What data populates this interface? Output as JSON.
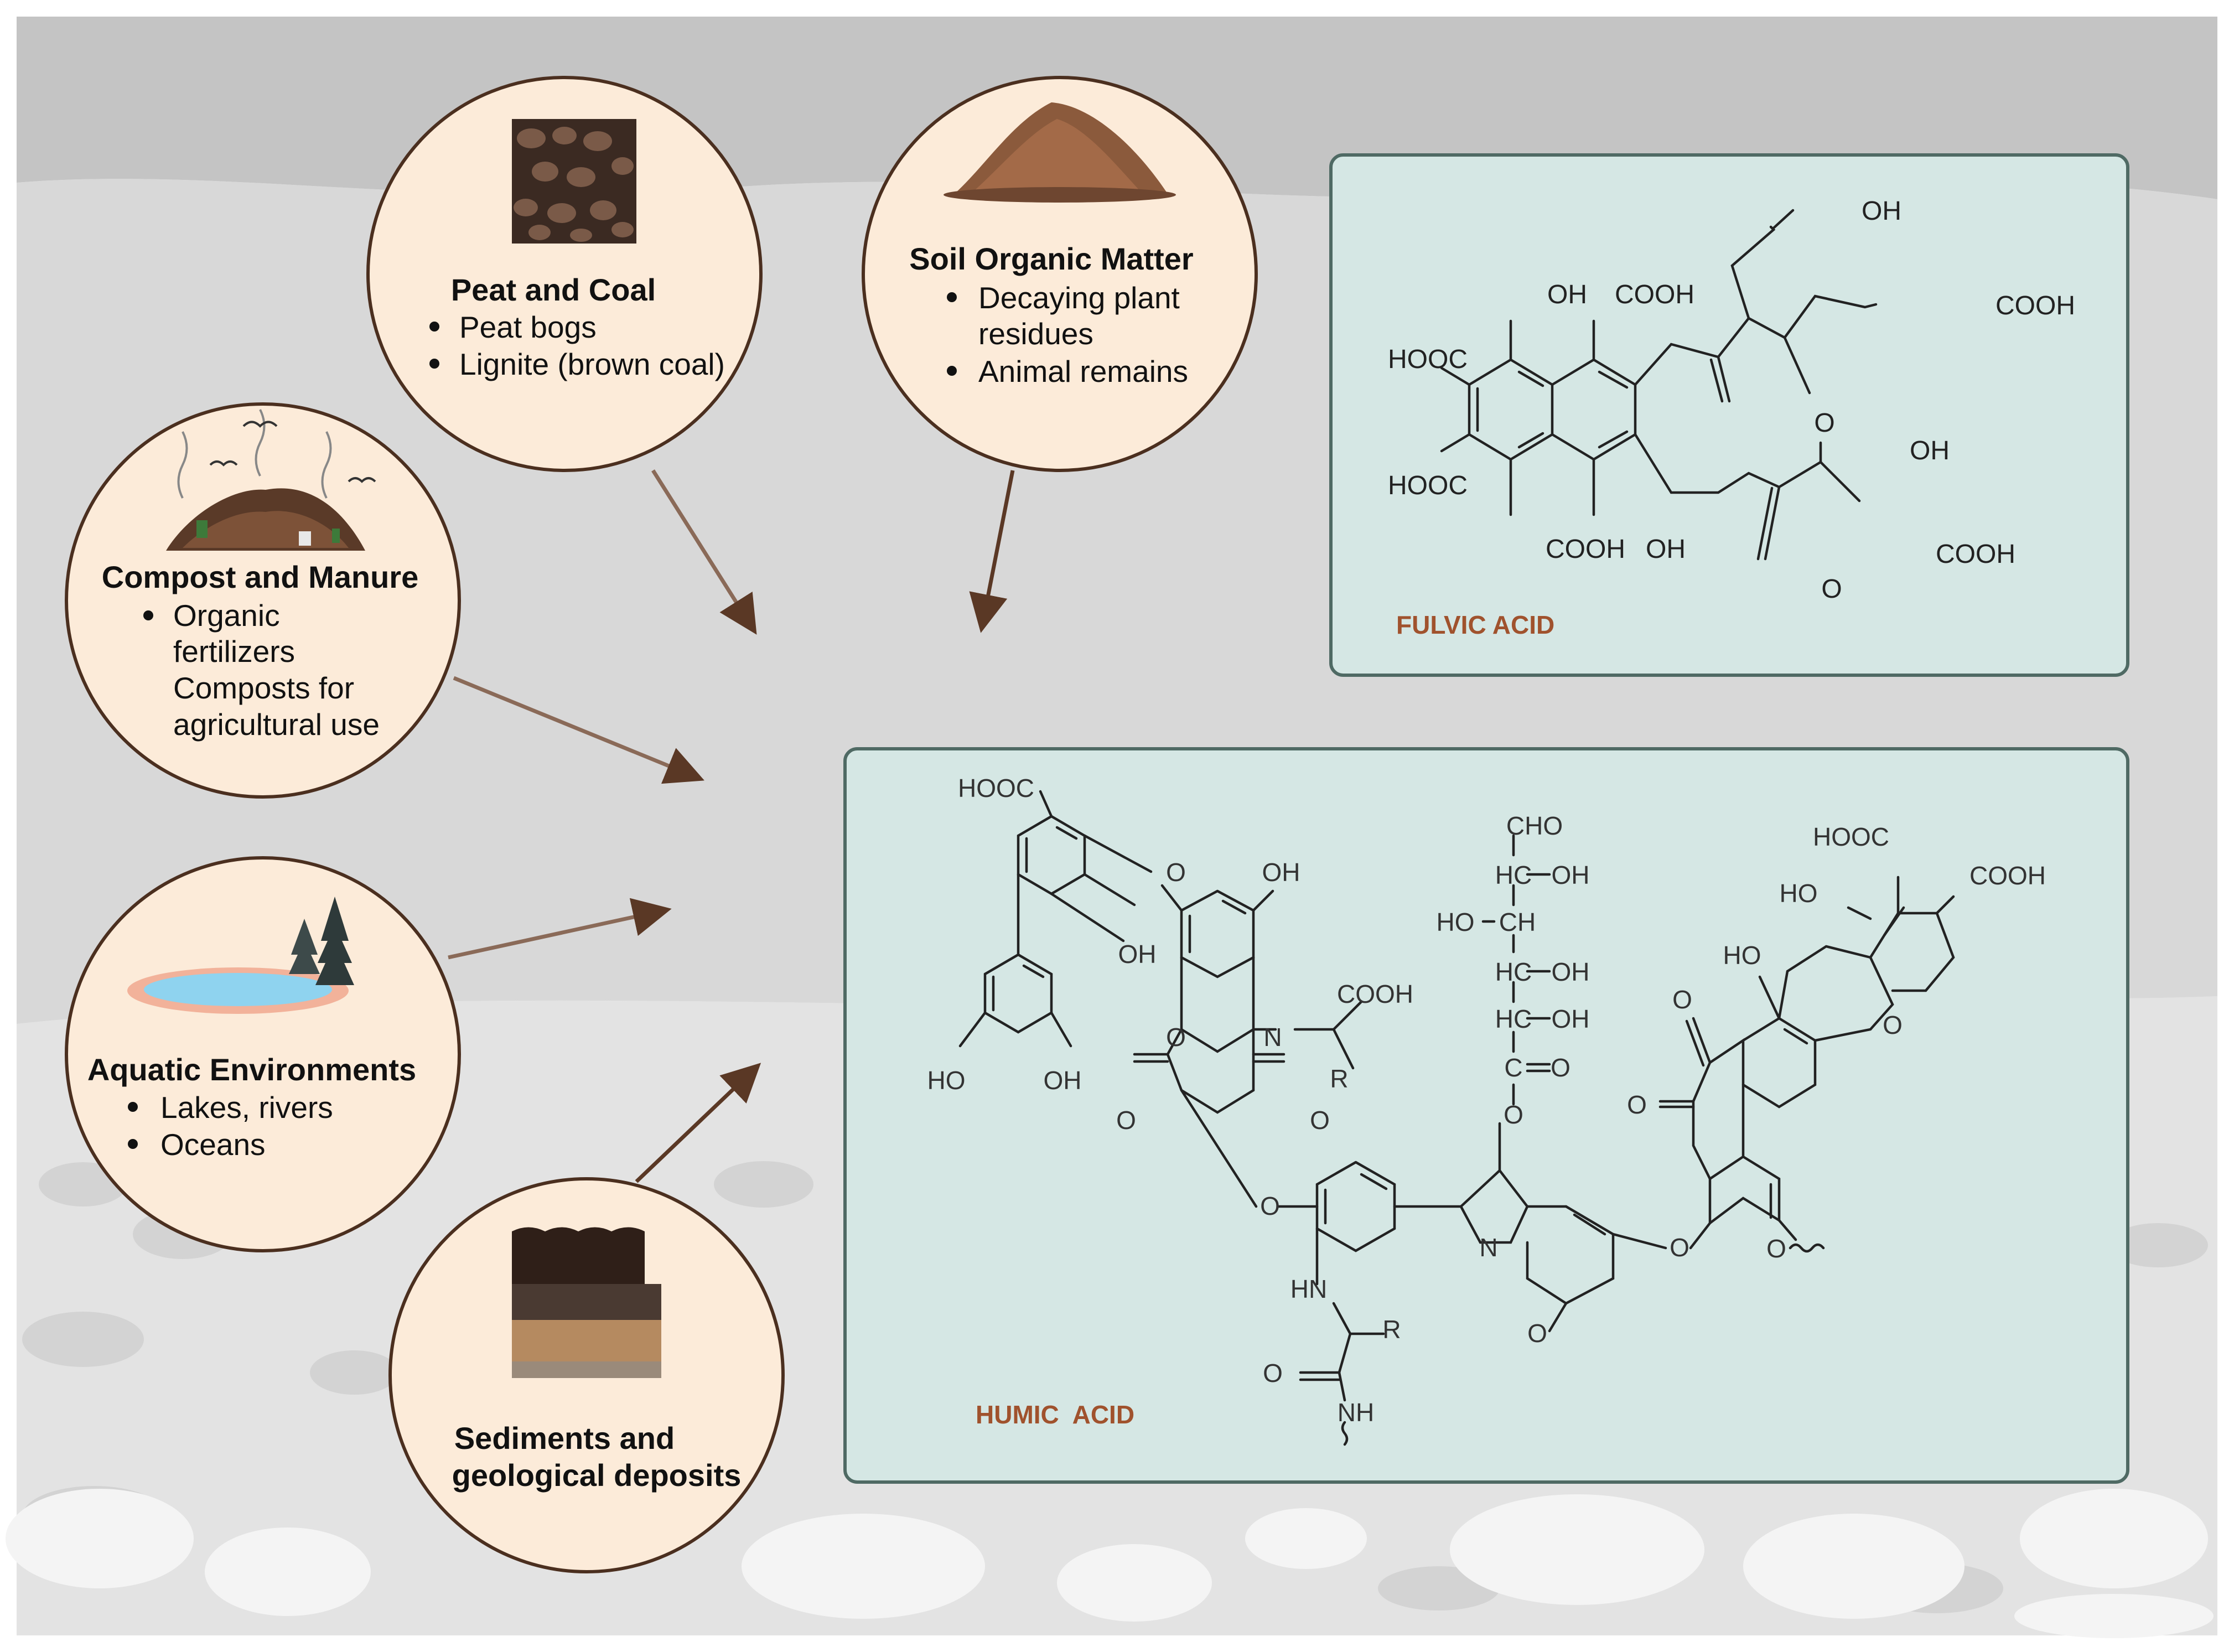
{
  "sources": {
    "peat": {
      "title": "Peat and Coal",
      "items": [
        "Peat bogs",
        "Lignite (brown coal)"
      ]
    },
    "soil": {
      "title": "Soil Organic Matter",
      "items": [
        "Decaying plant",
        "residues",
        "Animal remains"
      ]
    },
    "compost": {
      "title": "Compost and Manure",
      "items": [
        "Organic",
        "fertilizers",
        "Composts for",
        "agricultural use"
      ]
    },
    "aquatic": {
      "title": "Aquatic Environments",
      "items": [
        "Lakes, rivers",
        "Oceans"
      ]
    },
    "sediments": {
      "title_lines": [
        "Sediments and",
        "geological deposits"
      ]
    }
  },
  "fulvic": {
    "name": "FULVIC ACID",
    "labels": {
      "oh_top": "OH",
      "oh1": "OH",
      "cooh1": "COOH",
      "hooc1": "HOOC",
      "hooc2": "HOOC",
      "cooh_bottom": "COOH",
      "oh_bottom": "OH",
      "o1": "O",
      "cooh_right": "COOH",
      "oh2": "OH",
      "o2": "O",
      "cooh3": "COOH"
    }
  },
  "humic": {
    "name": "HUMIC  ACID",
    "labels": {
      "hooc_tl": "HOOC",
      "o_link1": "O",
      "oh_a": "OH",
      "oh_b": "OH",
      "ho_c": "HO",
      "oh_d": "OH",
      "o_ring": "O",
      "n_ring": "N",
      "cooh_a": "COOH",
      "r_a": "R",
      "o_a": "O",
      "o_b": "O",
      "o_link2": "O",
      "hn": "HN",
      "r_b": "R",
      "o_c": "O",
      "nh": "NH",
      "cho": "CHO",
      "hc1": "HC",
      "oh_s1": "OH",
      "ho_s2": "HO",
      "ch_s2": "CH",
      "hc3": "HC",
      "oh_s3": "OH",
      "hc4": "HC",
      "oh_s4": "OH",
      "c_s5": "C",
      "o_s5": "O",
      "o_link3": "O",
      "n_ind": "N",
      "o_ind": "O",
      "o_link4": "O",
      "hooc_tr": "HOOC",
      "ho_tr": "HO",
      "cooh_tr": "COOH",
      "ho_mid": "HO",
      "o_q1": "O",
      "o_q2": "O",
      "o_fur": "O",
      "o_tail": "O"
    }
  },
  "colors": {
    "bg_top": "#c6c6c6",
    "bg_mid": "#d9d9d9",
    "bg_bottom": "#e6e6e6",
    "circle_fill": "#fcebd9",
    "circle_stroke": "#4b2f1f",
    "panel_fill": "#d5e7e4",
    "panel_stroke": "#4f6a64",
    "arrow": "#5a3825",
    "acid_label": "#a0522d"
  }
}
